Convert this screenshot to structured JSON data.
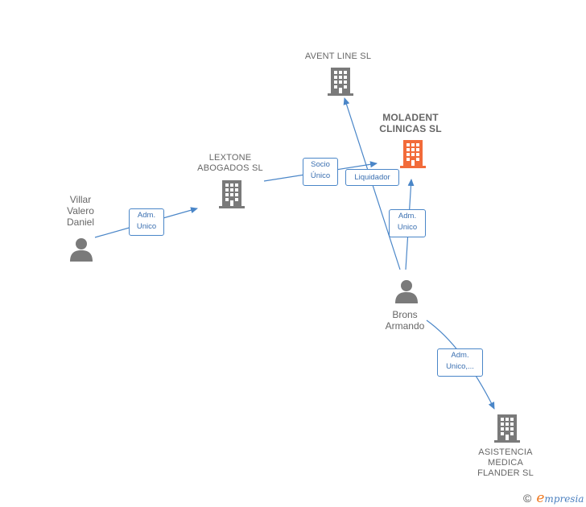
{
  "nodes": {
    "avent": {
      "label": "AVENT LINE SL",
      "type": "company"
    },
    "moladent": {
      "label": "MOLADENT\nCLINICAS  SL",
      "type": "company-highlight"
    },
    "lextone": {
      "label": "LEXTONE\nABOGADOS SL",
      "type": "company"
    },
    "villar": {
      "label": "Villar\nValero\nDaniel",
      "type": "person"
    },
    "brons": {
      "label": "Brons\nArmando",
      "type": "person"
    },
    "asistencia": {
      "label": "ASISTENCIA\nMEDICA\nFLANDER  SL",
      "type": "company"
    }
  },
  "relations": {
    "villar_lextone": "Adm.\nUnico",
    "lextone_moladent": "Socio\nÚnico",
    "brons_avent": "Liquidador",
    "brons_moladent": "Adm.\nUnico",
    "brons_asistencia": "Adm.\nUnico,..."
  },
  "colors": {
    "edge": "#4a86c8",
    "icon": "#7a7a7a",
    "highlight": "#f26b3a"
  },
  "brand": {
    "copyright": "©",
    "e": "e",
    "rest": "mpresia"
  }
}
